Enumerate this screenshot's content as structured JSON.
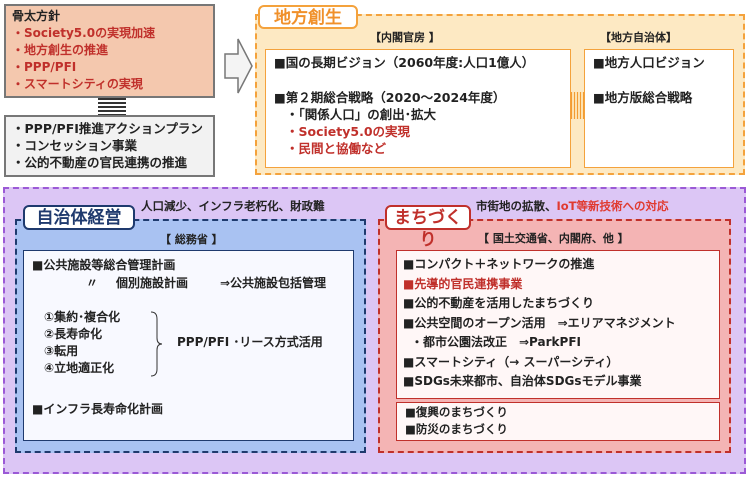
{
  "honebuto": {
    "title": "骨太方針",
    "items": [
      "・Society5.0の実現加速",
      "・地方創生の推進",
      "・PPP/PFI",
      "・スマートシティの実現"
    ]
  },
  "measures": {
    "items": [
      "・PPP/PFI推進アクションプラン",
      "・コンセッション事業",
      "・公的不動産の官民連携の推進"
    ]
  },
  "chihou": {
    "label": "地方創生",
    "cabinet_header": "【内閣官房 】",
    "local_header": "【地方自治体】",
    "cabinet_items": [
      "■国の長期ビジョン（2060年度:人口1億人）",
      "■第２期総合戦略（2020～2024年度）",
      "・「関係人口」の創出･拡大",
      "・Society5.0の実現",
      "・民間と協働など"
    ],
    "local_items": [
      "■地方人口ビジョン",
      "■地方版総合戦略"
    ]
  },
  "jichitai": {
    "label": "自治体経営",
    "issue": "人口減少、インフラ老朽化、財政難",
    "header": "【 総務省 】",
    "plan1": "■公共施設等総合管理計画",
    "plan2_ditto": "〃",
    "plan2": "個別施設計画",
    "plan2_arrow": "⇒公共施設包括管理",
    "steps": [
      "①集約･複合化",
      "②長寿命化",
      "③転用",
      "④立地適正化"
    ],
    "steps_result": "PPP/PFI ･リース方式活用",
    "plan3": "■インフラ長寿命化計画"
  },
  "machi": {
    "label": "まちづくり",
    "issue_black": "市街地の拡散、",
    "issue_red": "IoT等新技術への対応",
    "header": "【 国土交通省、内閣府、他 】",
    "items": [
      "■コンパクト＋ネットワークの推進",
      "■先導的官民連携事業",
      "■公的不動産を活用したまちづくり",
      "■公共空間のオープン活用　⇒エリアマネジメント",
      "・都市公園法改正　⇒ParkPFI",
      "■スマートシティ（→ スーパーシティ）",
      "■SDGs未来都市、自治体SDGsモデル事業"
    ],
    "sub_items": [
      "■復興のまちづくり",
      "■防災のまちづくり"
    ]
  },
  "colors": {
    "red": "#c0302b",
    "orange": "#f4a23c",
    "purple": "#9b59d6",
    "navy": "#1f3a6e"
  }
}
